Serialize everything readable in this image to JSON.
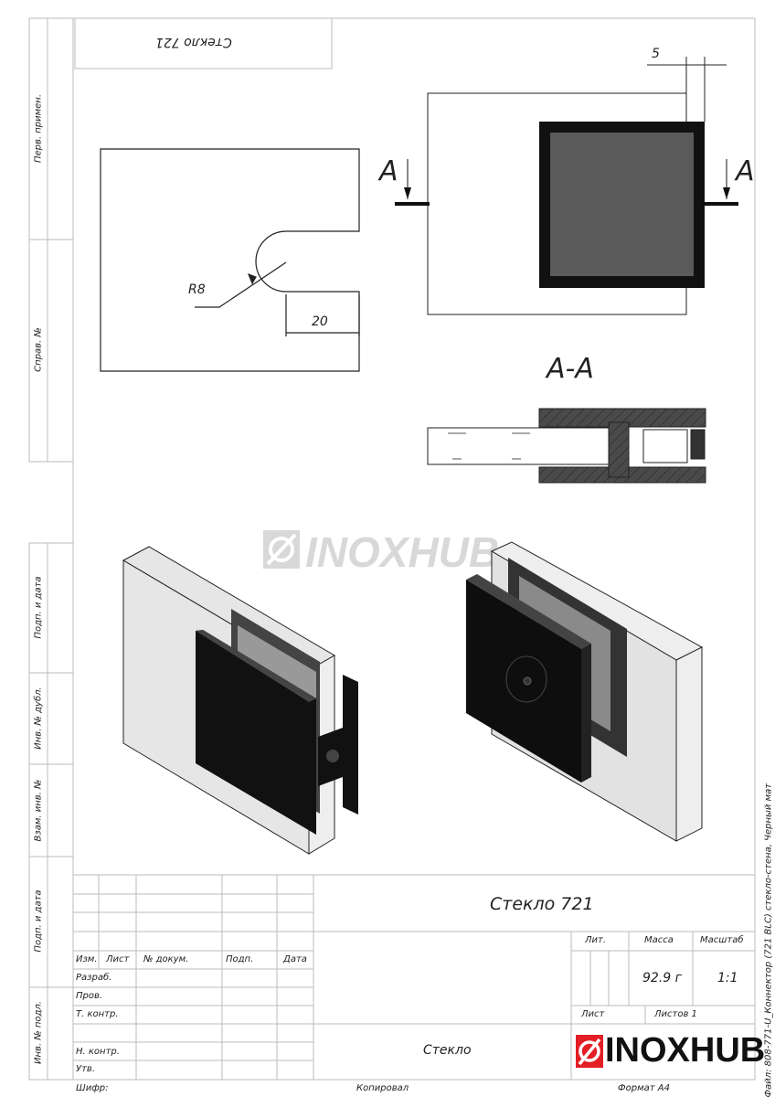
{
  "corner_stamp": "Стекло 721",
  "side_strip": {
    "first_use": "Перв. примен.",
    "ref_no": "Справ. №",
    "sign_date_1": "Подп. и дата",
    "dup_inv_no": "Инв. № дубл.",
    "replace_inv_no": "Взам. инв. №",
    "sign_date_2": "Подп. и дата",
    "orig_inv_no": "Инв. № подл."
  },
  "file_note": "Файл: 808-771-U_Коннектор (721 BLC) стекло-стена, Черный мат",
  "drawing": {
    "radius_label": "R8",
    "dim_20": "20",
    "dim_5": "5",
    "section_mark": "A",
    "section_title": "A-A",
    "watermark": "INOXHUB"
  },
  "title_block": {
    "name": "Стекло 721",
    "material": "Стекло",
    "headers": {
      "izm": "Изм.",
      "list": "Лист",
      "doc_no": "№ докум.",
      "sign": "Подп.",
      "date": "Дата"
    },
    "roles": [
      "Разраб.",
      "Пров.",
      "Т. контр.",
      "Н. контр.",
      "Утв."
    ],
    "lit_label": "Лит.",
    "mass_label": "Масса",
    "scale_label": "Масштаб",
    "mass": "92.9 г",
    "scale": "1:1",
    "sheet_label": "Лист",
    "sheets_label": "Листов 1",
    "logo": "INOXHUB",
    "logo_color": "#e31e24"
  },
  "footer": {
    "cipher": "Шифр:",
    "copied": "Копировал",
    "format": "Формат А4"
  }
}
